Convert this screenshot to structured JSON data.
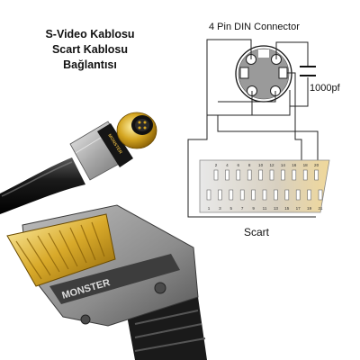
{
  "title_lines": [
    "S-Video Kablosu",
    "Scart Kablosu",
    "Bağlantısı"
  ],
  "din_label": "4 Pin DIN Connector",
  "capacitor_label": "1000pf",
  "scart_label": "Scart",
  "scart_top_pins": [
    "2",
    "4",
    "6",
    "8",
    "10",
    "12",
    "14",
    "16",
    "18",
    "20"
  ],
  "scart_bottom_pins": [
    "1",
    "3",
    "5",
    "7",
    "9",
    "11",
    "13",
    "15",
    "17",
    "19",
    "21"
  ],
  "brand_text": "MONSTER",
  "brand_text_small": "MONSTER"
}
